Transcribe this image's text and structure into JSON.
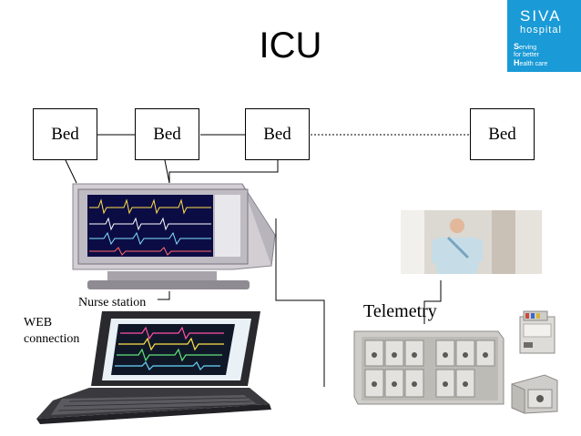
{
  "title": "ICU",
  "logo": {
    "line1": "SIVA",
    "line2": "hospital",
    "tagline": [
      {
        "cap": "S",
        "rest": "erving"
      },
      {
        "cap": "",
        "rest": "for better"
      },
      {
        "cap": "H",
        "rest": "ealth care"
      }
    ]
  },
  "beds": [
    "Bed",
    "Bed",
    "Bed",
    "Bed"
  ],
  "labels": {
    "nurse_station": "Nurse station",
    "web_connection_line1": "WEB",
    "web_connection_line2": "connection",
    "telemetry": "Telemetry"
  },
  "colors": {
    "logo_bg": "#1a9ad6",
    "line": "#000000"
  }
}
